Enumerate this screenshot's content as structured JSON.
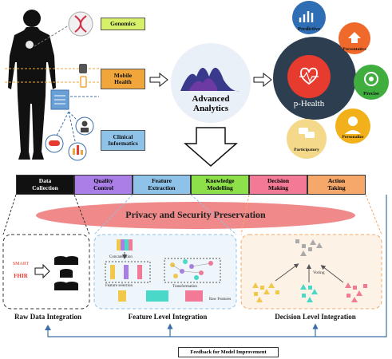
{
  "inputs": {
    "genomics": "Genomics",
    "mobile_health": "Mobile\nHealth",
    "clinical_informatics": "Clinical\nInformatics"
  },
  "analytics": {
    "label": "Advanced\nAnalytics"
  },
  "phealth": {
    "center": "p-Health",
    "nodes": [
      "Predictive",
      "Preventative",
      "Precise",
      "Personalize",
      "Participatory"
    ]
  },
  "pipeline": {
    "stages": [
      "Data\nCollection",
      "Quality\nControl",
      "Feature\nExtraction",
      "Knowledge\nModelling",
      "Decision\nMaking",
      "Action\nTaking"
    ],
    "colors": [
      "#111111",
      "#a97ee6",
      "#8ec2e8",
      "#8ee04a",
      "#f27a96",
      "#f5a86a"
    ]
  },
  "privacy": "Privacy and Security Preservation",
  "raw_panel": {
    "smart": "SMART",
    "fhir": "FHIR"
  },
  "feature_panel": {
    "concatenation": "Concatenation",
    "feature_selection": "Feature selection",
    "transformation": "Transformation",
    "raw_features": "Raw Features"
  },
  "decision_panel": {
    "voting": "Voting"
  },
  "sections": {
    "raw": "Raw Data Integration",
    "feature": "Feature Level Integration",
    "decision": "Decision Level Integration"
  },
  "feedback": "Feedback for Model Improvement",
  "colors": {
    "blue_line": "#3b6fa8",
    "yellow_label": "#d6f06a",
    "orange_label": "#f0a63a",
    "blue_label": "#8ec2e8",
    "phealth_red": "#e63b2e",
    "phealth_ring": "#2c3e50"
  }
}
